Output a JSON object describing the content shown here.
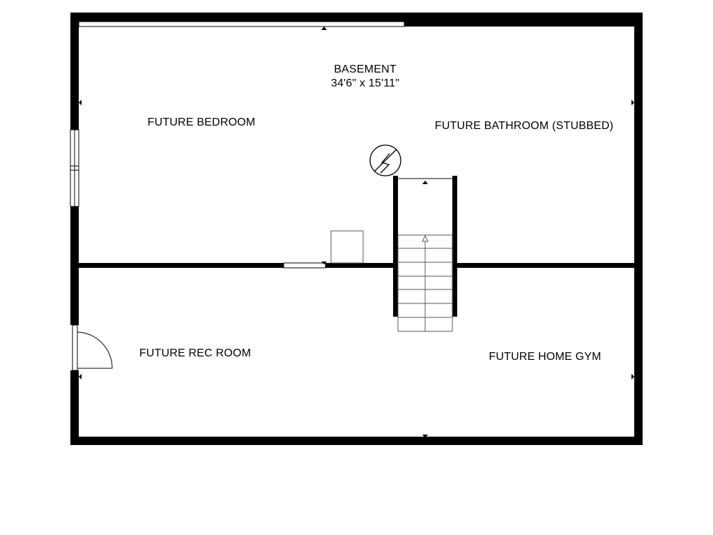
{
  "floor": {
    "name": "BASEMENT",
    "dimensions": "34'6\" x 15'11\""
  },
  "rooms": {
    "future_bedroom": "FUTURE BEDROOM",
    "future_bathroom": "FUTURE BATHROOM (STUBBED)",
    "future_rec_room": "FUTURE REC ROOM",
    "future_home_gym": "FUTURE HOME GYM"
  },
  "colors": {
    "wall": "#000000",
    "background": "#ffffff",
    "fixture_stroke": "#555555"
  },
  "icons": {
    "electrical_panel": "electrical-panel-icon",
    "stairs_direction": "stairs-up-arrow-icon",
    "door_swing": "door-swing-icon",
    "window": "window-icon"
  }
}
